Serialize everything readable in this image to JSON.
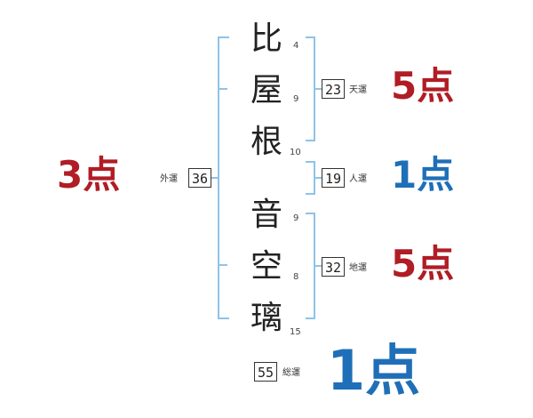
{
  "colors": {
    "bracket": "#8fc3e8",
    "good": "#b01d25",
    "bad": "#1f6fb8"
  },
  "characters": [
    {
      "char": "比",
      "strokes": "4"
    },
    {
      "char": "屋",
      "strokes": "9"
    },
    {
      "char": "根",
      "strokes": "10"
    },
    {
      "char": "音",
      "strokes": "9"
    },
    {
      "char": "空",
      "strokes": "8"
    },
    {
      "char": "璃",
      "strokes": "15"
    }
  ],
  "luck": {
    "ten": {
      "label": "天運",
      "value": "23",
      "score": "5点"
    },
    "jin": {
      "label": "人運",
      "value": "19",
      "score": "1点"
    },
    "chi": {
      "label": "地運",
      "value": "32",
      "score": "5点"
    },
    "gai": {
      "label": "外運",
      "value": "36",
      "score": "3点"
    },
    "so": {
      "label": "総運",
      "value": "55",
      "score": "1点"
    }
  }
}
